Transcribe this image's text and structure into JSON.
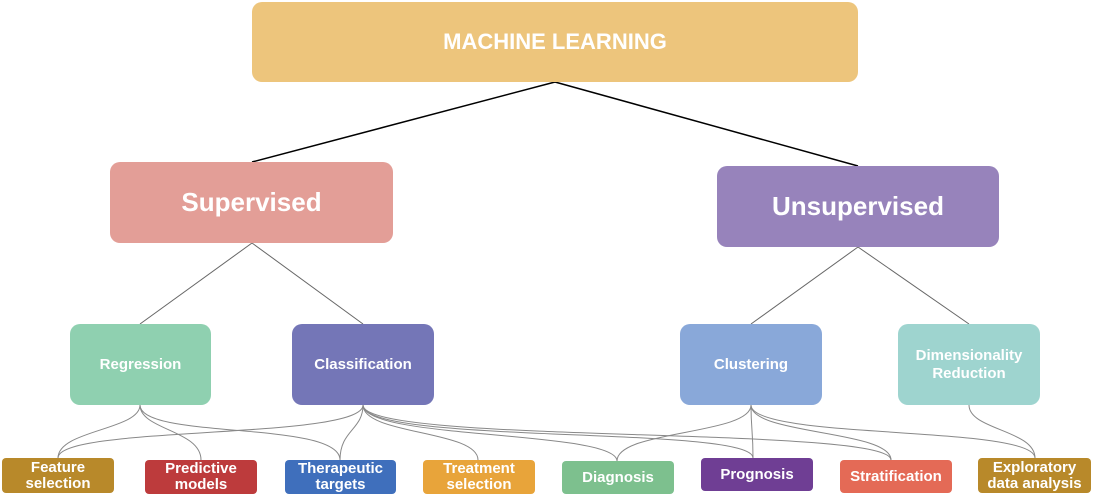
{
  "root": {
    "label": "MACHINE LEARNING",
    "color": "#EDC57C"
  },
  "categories": [
    {
      "label": "Supervised",
      "color": "#E39E97"
    },
    {
      "label": "Unsupervised",
      "color": "#9783BB"
    }
  ],
  "methods": [
    {
      "label": "Regression",
      "color": "#8FD0B0"
    },
    {
      "label": "Classification",
      "color": "#7476B7"
    },
    {
      "label": "Clustering",
      "color": "#89A8D9"
    },
    {
      "label": "Dimensionality Reduction",
      "color": "#9ED4CF"
    }
  ],
  "applications": [
    {
      "label": "Feature selection",
      "color": "#B8892A"
    },
    {
      "label": "Predictive models",
      "color": "#BD3B3C"
    },
    {
      "label": "Therapeutic targets",
      "color": "#3F6FBC"
    },
    {
      "label": "Treatment selection",
      "color": "#E8A43A"
    },
    {
      "label": "Diagnosis",
      "color": "#7DC08E"
    },
    {
      "label": "Prognosis",
      "color": "#6F3E94"
    },
    {
      "label": "Stratification",
      "color": "#E46A56"
    },
    {
      "label": "Exploratory data analysis",
      "color": "#B8892A"
    }
  ]
}
